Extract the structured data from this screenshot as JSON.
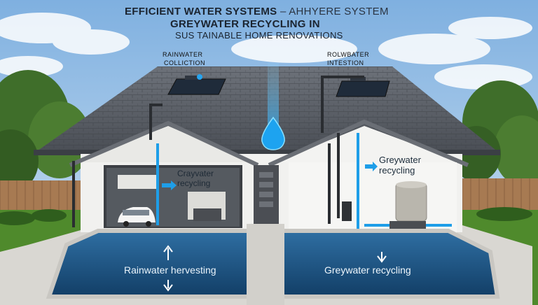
{
  "title": {
    "line1_bold": "EFFICIENT WATER SYSTEMS",
    "line1_rest": "– AHHYERE SYSTEM",
    "line2": "GREYWATER RECYCLING IN",
    "line3": "SUS TAINABLE HOME RENOVATIONS"
  },
  "labels": {
    "rainwater_line1": "RAINWATER",
    "rainwater_line2": "COLLICTION",
    "roofwater_line1": "ROLWBATER",
    "roofwater_line2": "INTESTION",
    "greywater_line1": "Greywater",
    "greywater_line2": "recycling",
    "garage_line1": "Crayvater",
    "garage_line2": "recycling",
    "pool_left": "Rainwater hervesting",
    "pool_right": "Greywater recycling"
  },
  "colors": {
    "sky": "#8fb8de",
    "roof": "#5b5f66",
    "wall": "#f1f1ef",
    "water": "#1f5a8a",
    "accent_blue": "#1e9ee8",
    "grass": "#4f8a2c"
  }
}
